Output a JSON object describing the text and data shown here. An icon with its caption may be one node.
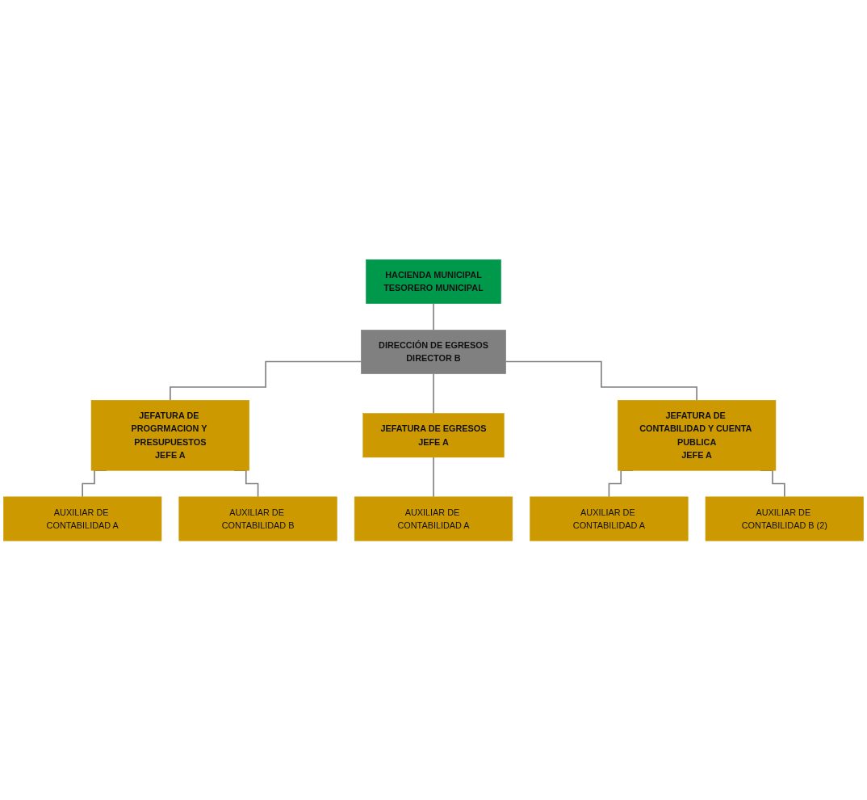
{
  "diagram": {
    "nodes": [
      {
        "text": [
          "HACIENDA MUNICIPAL",
          "TESORERO MUNICIPAL"
        ]
      },
      {
        "text": [
          "DIRECCIÓN DE EGRESOS",
          "DIRECTOR B"
        ]
      },
      {
        "text": [
          "JEFATURA DE PROGRMACION Y PRESUPUESTOS",
          "JEFE A"
        ]
      },
      {
        "text": [
          "JEFATURA DE EGRESOS",
          "JEFE A"
        ]
      },
      {
        "text": [
          "JEFATURA DE CONTABILIDAD Y CUENTA PUBLICA",
          "JEFE A"
        ]
      },
      {
        "text": [
          "AUXILIAR DE CONTABILIDAD A"
        ]
      },
      {
        "text": [
          "AUXILIAR DE CONTABILIDAD A"
        ]
      },
      {
        "text": [
          "AUXILIAR DE CONTABILIDAD A"
        ]
      },
      {
        "text": [
          "AUXILIAR DE CONTABILIDAD B"
        ]
      },
      {
        "text": [
          "AUXILIAR DE CONTABILIDAD B (2)"
        ]
      }
    ],
    "edges": [
      {
        "from": 0,
        "to": 1,
        "arrow": "none"
      },
      {
        "from": 1,
        "to": 2,
        "arrow": "none"
      },
      {
        "from": 1,
        "to": 3,
        "arrow": "none"
      },
      {
        "from": 1,
        "to": 4,
        "arrow": "none"
      },
      {
        "from": 2,
        "to": 5,
        "arrow": "none"
      },
      {
        "from": 2,
        "to": 8,
        "arrow": "none"
      },
      {
        "from": 3,
        "to": 6,
        "arrow": "none"
      },
      {
        "from": 4,
        "to": 7,
        "arrow": "none"
      },
      {
        "from": 4,
        "to": 9,
        "arrow": "none"
      }
    ]
  }
}
